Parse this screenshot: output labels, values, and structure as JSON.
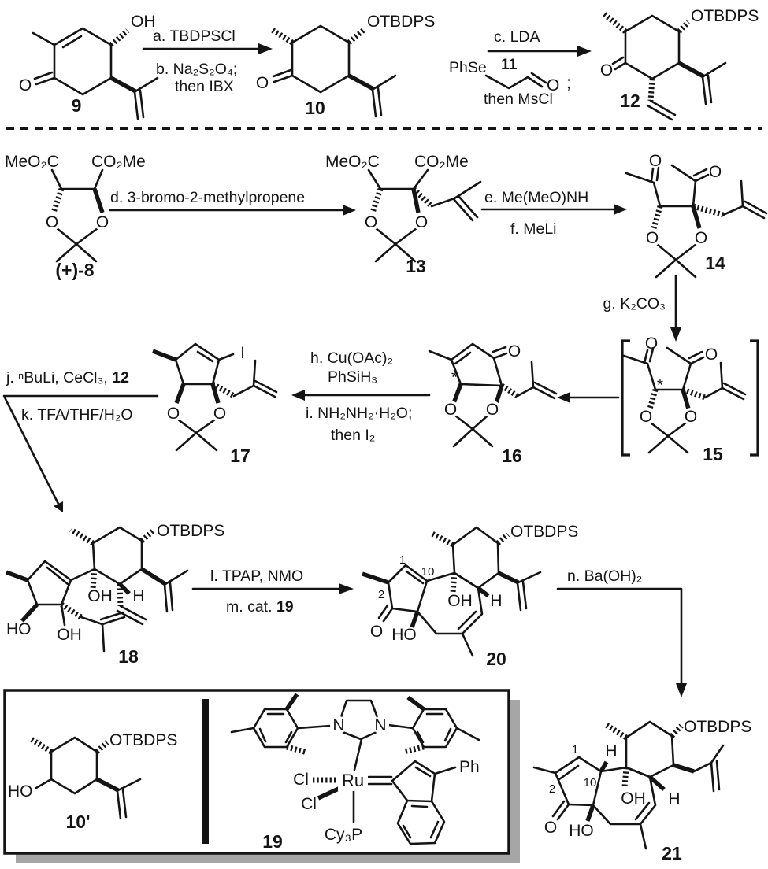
{
  "scheme": {
    "steps": {
      "ab": {
        "line1": "a. TBDPSCl",
        "line2": "b. Na₂S₂O₄;",
        "line3": "then IBX"
      },
      "c": {
        "line1": "c. LDA",
        "phse": "PhSe",
        "num": "11",
        "o": "O",
        "semi": ";",
        "line2": "then MsCl"
      },
      "d": {
        "line1": "d. 3-bromo-2-methylpropene"
      },
      "ef": {
        "line1": "e. Me(MeO)NH",
        "line2": "f. MeLi"
      },
      "g": {
        "line1": "g. K₂CO₃"
      },
      "hi": {
        "line1": "h. Cu(OAc)₂",
        "line2": "PhSiH₃",
        "line3": "i. NH₂NH₂·H₂O;",
        "line4": "then I₂"
      },
      "jk": {
        "line1": "j. ⁿBuLi, CeCl₃, ",
        "num": "12",
        "line2": "k. TFA/THF/H₂O"
      },
      "lm": {
        "line1": "l. TPAP,  NMO",
        "line2": "m. cat. ",
        "num": "19"
      },
      "n": {
        "line1": "n. Ba(OH)₂"
      }
    },
    "compounds": {
      "c9": {
        "num": "9",
        "oh": "OH",
        "o": "O"
      },
      "c10": {
        "num": "10",
        "otbdps": "OTBDPS",
        "o": "O"
      },
      "c12": {
        "num": "12",
        "otbdps": "OTBDPS",
        "o": "O"
      },
      "c8": {
        "num": "(+)-8",
        "esterL": "MeO₂C",
        "esterR": "CO₂Me",
        "oL": "O",
        "oR": "O"
      },
      "c13": {
        "num": "13",
        "esterL": "MeO₂C",
        "esterR": "CO₂Me",
        "oL": "O",
        "oR": "O"
      },
      "c14": {
        "num": "14",
        "oTopL": "O",
        "oTopR": "O",
        "oL": "O",
        "oR": "O"
      },
      "c15": {
        "num": "15",
        "star": "*",
        "oTopL": "O",
        "oTopR": "O",
        "oL": "O",
        "oR": "O"
      },
      "c16": {
        "num": "16",
        "star": "*",
        "o": "O",
        "oL": "O",
        "oR": "O"
      },
      "c17": {
        "num": "17",
        "iodine": "I",
        "oL": "O",
        "oR": "O"
      },
      "c18": {
        "num": "18",
        "otbdps": "OTBDPS",
        "ohRing": "OH",
        "h": "H",
        "ho": "HO",
        "ohBottom": "OH"
      },
      "c20": {
        "num": "20",
        "otbdps": "OTBDPS",
        "n1": "1",
        "n2": "2",
        "n10": "10",
        "oh": "OH",
        "h": "H",
        "o": "O",
        "ho": "HO"
      },
      "c21": {
        "num": "21",
        "otbdps": "OTBDPS",
        "n1": "1",
        "n2": "2",
        "n10": "10",
        "h10": "H",
        "oh": "OH",
        "h8": "H",
        "o": "O",
        "ho": "HO"
      },
      "c10p": {
        "num": "10'",
        "otbdps": "OTBDPS",
        "ho": "HO"
      },
      "c19": {
        "num": "19",
        "nL": "N",
        "nR": "N",
        "cl1": "Cl",
        "cl2": "Cl",
        "ru": "Ru",
        "pcy3": "Cy₃P",
        "ph": "Ph"
      }
    }
  }
}
